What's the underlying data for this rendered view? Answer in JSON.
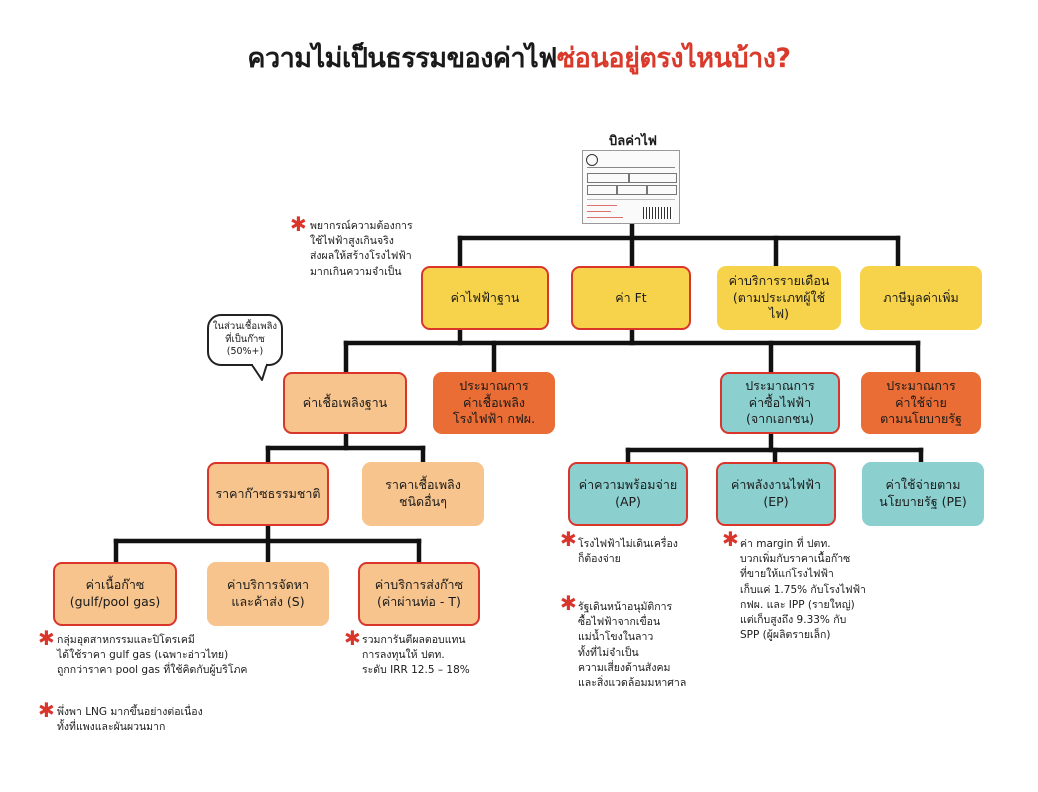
{
  "title": {
    "main": "ความไม่เป็นธรรมของค่าไฟ",
    "accent": "ซ่อนอยู่ตรงไหนบ้าง?"
  },
  "bill": {
    "label": "บิลค่าไฟ",
    "icon": "electricity-bill-icon"
  },
  "level1": {
    "base": "ค่าไฟฟ้าฐาน",
    "ft": "ค่า Ft",
    "service": "ค่าบริการรายเดือน\n(ตามประเภทผู้ใช้ไฟ)",
    "vat": "ภาษีมูลค่าเพิ่ม"
  },
  "level2": {
    "fuel_base": "ค่าเชื้อเพลิงฐาน",
    "egat_fuel": "ประมาณการ\nค่าเชื้อเพลิง\nโรงไฟฟ้า กฟผ.",
    "purchase": "ประมาณการ\nค่าซื้อไฟฟ้า\n(จากเอกชน)",
    "policy": "ประมาณการ\nค่าใช้จ่าย\nตามนโยบายรัฐ"
  },
  "level3": {
    "gas_price": "ราคาก๊าซธรรมชาติ",
    "other_fuel": "ราคาเชื้อเพลิง\nชนิดอื่นๆ",
    "ap": "ค่าความพร้อมจ่าย\n(AP)",
    "ep": "ค่าพลังงานไฟฟ้า\n(EP)",
    "pe": "ค่าใช้จ่ายตาม\nนโยบายรัฐ (PE)"
  },
  "level4": {
    "gas_cost": "ค่าเนื้อก๊าซ\n(gulf/pool gas)",
    "supply": "ค่าบริการจัดหา\nและค้าส่ง (S)",
    "transport": "ค่าบริการส่งก๊าซ\n(ค่าผ่านท่อ - T)"
  },
  "bubble": "ในส่วนเชื้อเพลิง\nที่เป็นก๊าซ\n(50%+)",
  "notes": {
    "forecast": "พยากรณ์ความต้องการ\nใช้ไฟฟ้าสูงเกินจริง\nส่งผลให้สร้างโรงไฟฟ้า\nมากเกินความจำเป็น",
    "industry": "กลุ่มอุตสาหกรรมและปิโตรเคมี\nได้ใช้ราคา gulf gas (เฉพาะอ่าวไทย)\nถูกกว่าราคา pool gas ที่ใช้คิดกับผู้บริโภค",
    "lng": "พึ่งพา LNG มากขึ้นอย่างต่อเนื่อง\nทั้งที่แพงและผันผวนมาก",
    "return": "รวมการันตีผลตอบแทน\nการลงทุนให้ ปตท.\nระดับ IRR 12.5 – 18%",
    "idle": "โรงไฟฟ้าไม่เดินเครื่อง\nก็ต้องจ่าย",
    "laos": "รัฐเดินหน้าอนุมัติการ\nซื้อไฟฟ้าจากเขื่อน\nแม่น้ำโขงในลาว\nทั้งที่ไม่จำเป็น\nความเสี่ยงด้านสังคม\nและสิ่งแวดล้อมมหาศาล",
    "margin": "ค่า margin ที่ ปตท.\nบวกเพิ่มกับราคาเนื้อก๊าซ\nที่ขายให้แก่โรงไฟฟ้า\nเก็บแค่ 1.75% กับโรงไฟฟ้า\nกฟผ. และ IPP (รายใหญ่)\nแต่เก็บสูงถึง 9.33% กับ\nSPP (ผู้ผลิตรายเล็ก)"
  },
  "colors": {
    "accent": "#d93a2b",
    "yellow": "#f7d34b",
    "peach": "#f6c48c",
    "orange": "#e96d35",
    "teal": "#8ccfcf"
  }
}
